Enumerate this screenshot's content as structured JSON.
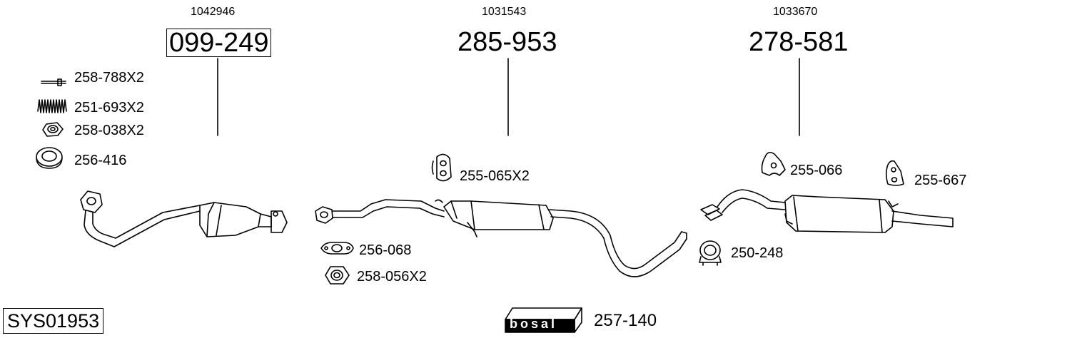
{
  "sections": [
    {
      "oe_number": "1042946",
      "part_number": "099-249",
      "boxed": true
    },
    {
      "oe_number": "1031543",
      "part_number": "285-953",
      "boxed": false
    },
    {
      "oe_number": "1033670",
      "part_number": "278-581",
      "boxed": false
    }
  ],
  "parts": {
    "bolt": "258-788X2",
    "spring": "251-693X2",
    "nut": "258-038X2",
    "ring_seal": "256-416",
    "mount_a": "255-065X2",
    "gasket": "256-068",
    "hex_nut": "258-056X2",
    "mount_b": "255-066",
    "mount_c": "255-667",
    "clamp": "250-248"
  },
  "system_number": "SYS01953",
  "logo": {
    "brand": "bosal",
    "part_number": "257-140"
  }
}
